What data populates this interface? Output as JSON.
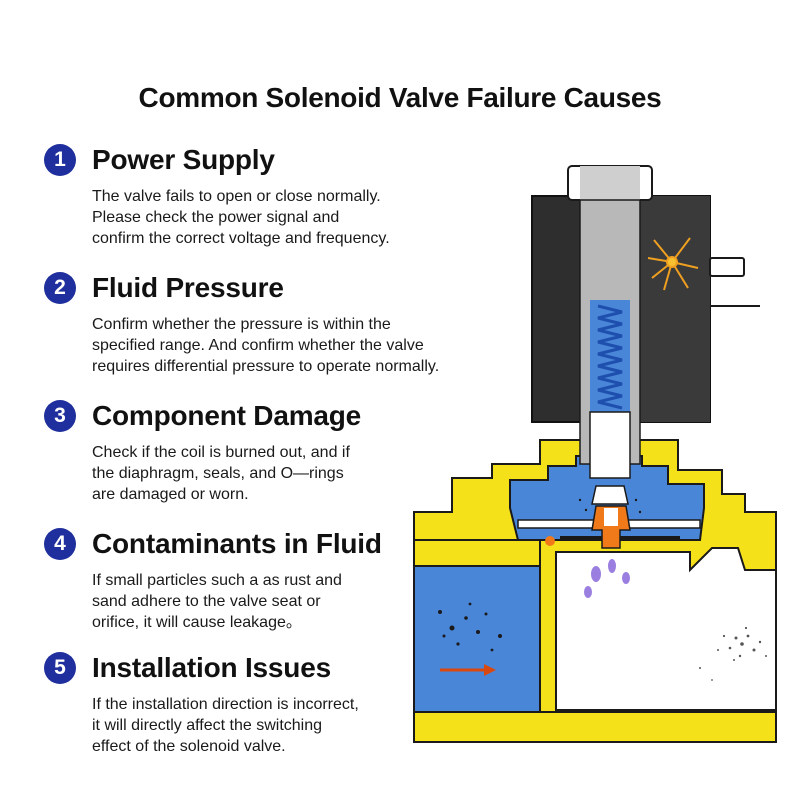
{
  "title": "Common Solenoid Valve Failure Causes",
  "causes": [
    {
      "number": "1",
      "title": "Power Supply",
      "description": "The valve fails to open or close normally.\nPlease check the power signal and\nconfirm the correct voltage and frequency."
    },
    {
      "number": "2",
      "title": "Fluid Pressure",
      "description": "Confirm whether the pressure is within the\nspecified range. And confirm whether the valve\nrequires differential pressure to operate normally."
    },
    {
      "number": "3",
      "title": "Component Damage",
      "description": "Check if the coil is burned out, and if\nthe diaphragm, seals, and O—rings\nare damaged or worn."
    },
    {
      "number": "4",
      "title": "Contaminants in Fluid",
      "description": "If small particles such a as rust and\nsand adhere to the valve seat or\norifice, it will cause leakage。"
    },
    {
      "number": "5",
      "title": "Installation Issues",
      "description": "If the installation direction is incorrect,\nit will directly affect the switching\neffect of the solenoid valve."
    }
  ],
  "colors": {
    "badge": "#1f2f9e",
    "coil": "#2e2e2e",
    "body": "#f5e11a",
    "fluid": "#4a86d8",
    "plunger": "#b8b8b8",
    "spring": "#1e4fae",
    "seal": "#f07a1a",
    "spark": "#f0a020"
  }
}
